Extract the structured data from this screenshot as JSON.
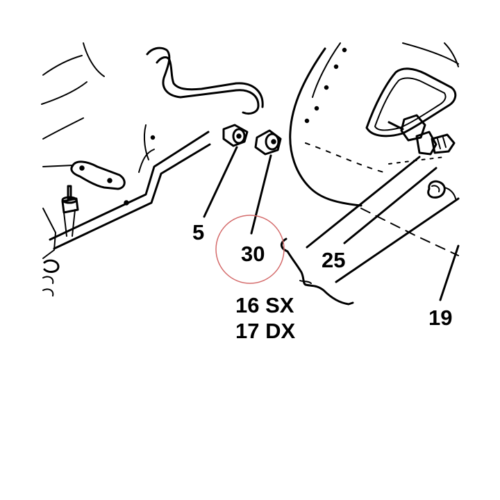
{
  "callouts": {
    "part_5": "5",
    "part_30": "30",
    "part_25": "25",
    "part_19": "19",
    "part_16": "16 SX",
    "part_17": "17 DX"
  },
  "colors": {
    "ink": "#000000",
    "highlight_circle": "#d46a6a",
    "background": "#ffffff"
  }
}
